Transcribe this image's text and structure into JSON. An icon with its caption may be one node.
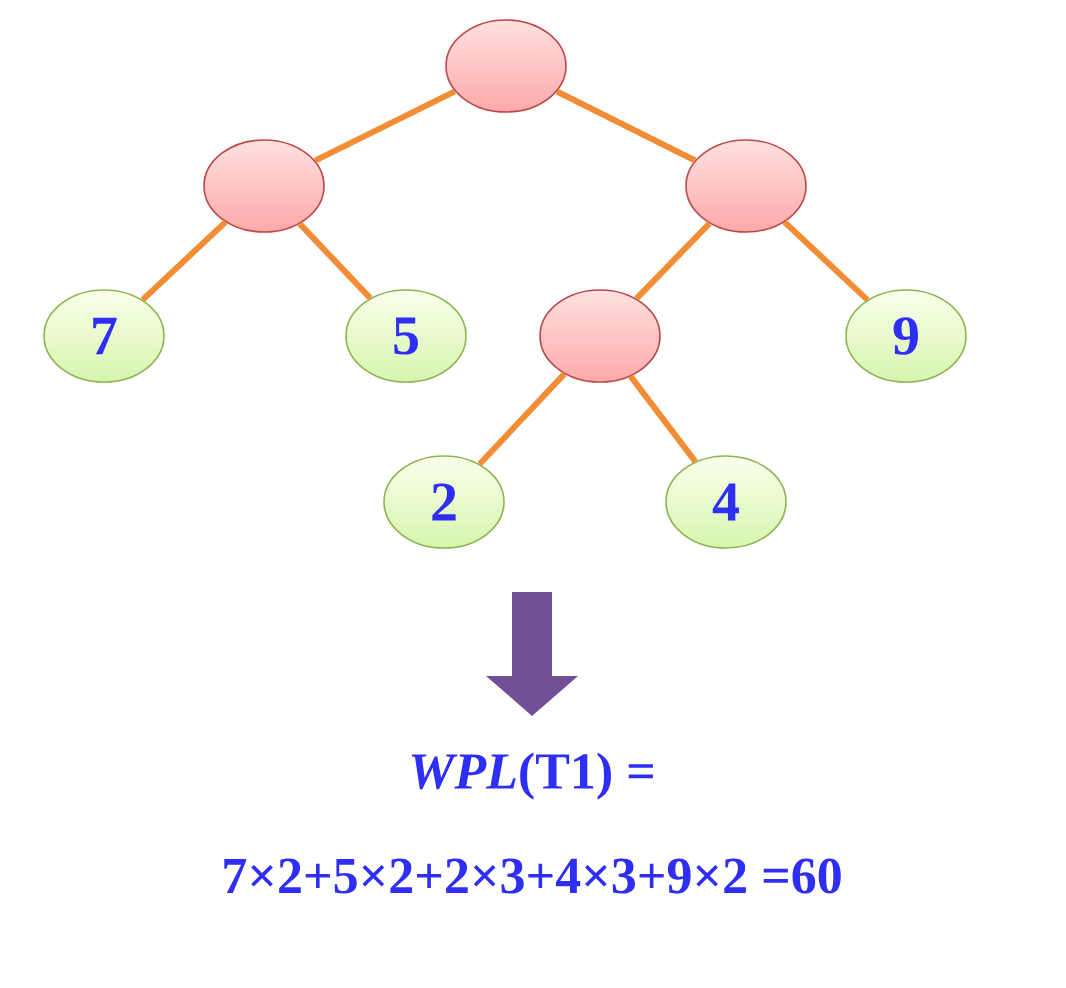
{
  "diagram": {
    "nodes": [
      {
        "text": [],
        "shape": "ellipse"
      },
      {
        "text": [],
        "shape": "ellipse"
      },
      {
        "text": [],
        "shape": "ellipse"
      },
      {
        "text": [
          "7"
        ]
      },
      {
        "text": [
          "5"
        ]
      },
      {
        "text": [],
        "shape": "ellipse"
      },
      {
        "text": [
          "9"
        ]
      },
      {
        "text": [
          "2"
        ]
      },
      {
        "text": [
          "4"
        ]
      }
    ],
    "edges": [
      {
        "from": 0,
        "to": 1,
        "arrow": "none"
      },
      {
        "from": 0,
        "to": 2,
        "arrow": "none"
      },
      {
        "from": 1,
        "to": 3,
        "arrow": "none"
      },
      {
        "from": 1,
        "to": 4,
        "arrow": "none"
      },
      {
        "from": 2,
        "to": 5,
        "arrow": "none"
      },
      {
        "from": 2,
        "to": 6,
        "arrow": "none"
      },
      {
        "from": 5,
        "to": 7,
        "arrow": "none"
      },
      {
        "from": 5,
        "to": 8,
        "arrow": "none"
      }
    ],
    "labels": [
      "*WPL*(T1) =",
      "7×2+5×2+2×3+4×3+9×2 =60"
    ]
  }
}
